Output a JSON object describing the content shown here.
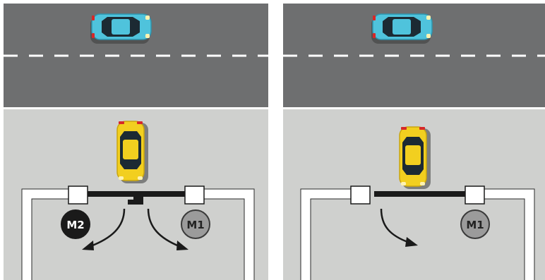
{
  "panels": [
    {
      "id": "double-leaf-gate",
      "motors": [
        {
          "label": "M2",
          "fill": "#1a1a1a",
          "text_color": "#ffffff"
        },
        {
          "label": "M1",
          "fill": "#9b9b9b",
          "text_color": "#222222"
        }
      ]
    },
    {
      "id": "single-leaf-gate",
      "motors": [
        {
          "label": "M1",
          "fill": "#9b9b9b",
          "text_color": "#222222"
        }
      ]
    }
  ],
  "colors": {
    "road": "#6e6f70",
    "lane_marking": "#ffffff",
    "ground": "#cfd0ce",
    "wall": "#ffffff",
    "gate_leaf": "#1a1a1a",
    "car_blue": "#4fc3dc",
    "car_yellow": "#f2cf1f",
    "car_glass": "#1c2a33"
  },
  "icons": [
    "car-blue-icon",
    "car-yellow-icon",
    "curved-arrow-icon",
    "gate-post-icon"
  ]
}
